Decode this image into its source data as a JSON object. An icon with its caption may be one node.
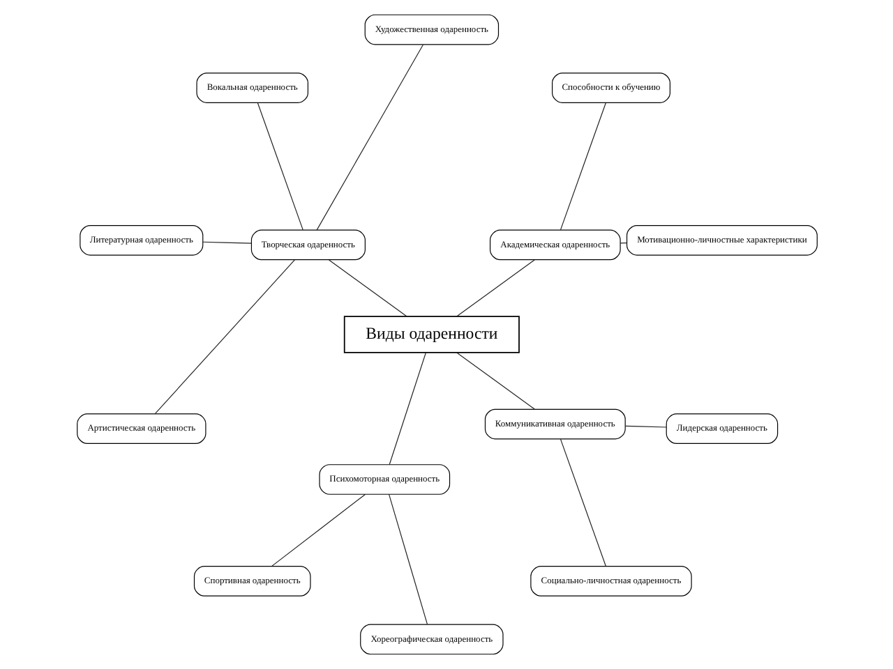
{
  "diagram": {
    "nodes": [
      {
        "text": [
          "Мотивационно-личностные характеристики"
        ]
      },
      {
        "text": [
          "Способности к обучению"
        ]
      },
      {
        "text": [
          "Художественная одаренность"
        ]
      },
      {
        "text": [
          "Вокальная одаренность"
        ]
      },
      {
        "text": [
          "Академическая одаренность"
        ]
      },
      {
        "text": [
          "Творческая одаренность"
        ]
      },
      {
        "text": [
          "Литературная одаренность"
        ]
      },
      {
        "text": [
          "Виды одаренности"
        ]
      },
      {
        "text": [
          "Артистическая одаренность"
        ]
      },
      {
        "text": [
          "Спортивная одаренность"
        ]
      },
      {
        "text": [
          "Психомоторная одаренность"
        ]
      },
      {
        "text": [
          "Коммуникативная одаренность"
        ]
      },
      {
        "text": [
          "Хореографическая одаренность"
        ]
      },
      {
        "text": [
          "Социально-личностная одаренность"
        ]
      },
      {
        "text": [
          "Лидерская одаренность"
        ]
      }
    ],
    "edges": [
      {
        "from": 0,
        "to": 4,
        "arrow": "none"
      },
      {
        "from": 1,
        "to": 4,
        "arrow": "none"
      },
      {
        "from": 2,
        "to": 5,
        "arrow": "none"
      },
      {
        "from": 3,
        "to": 5,
        "arrow": "none"
      },
      {
        "from": 6,
        "to": 5,
        "arrow": "none"
      },
      {
        "from": 8,
        "to": 5,
        "arrow": "none"
      },
      {
        "from": 4,
        "to": 7,
        "arrow": "none"
      },
      {
        "from": 5,
        "to": 7,
        "arrow": "none"
      },
      {
        "from": 10,
        "to": 7,
        "arrow": "none"
      },
      {
        "from": 11,
        "to": 7,
        "arrow": "none"
      },
      {
        "from": 9,
        "to": 10,
        "arrow": "none"
      },
      {
        "from": 12,
        "to": 10,
        "arrow": "none"
      },
      {
        "from": 13,
        "to": 11,
        "arrow": "none"
      },
      {
        "from": 14,
        "to": 11,
        "arrow": "none"
      }
    ]
  }
}
